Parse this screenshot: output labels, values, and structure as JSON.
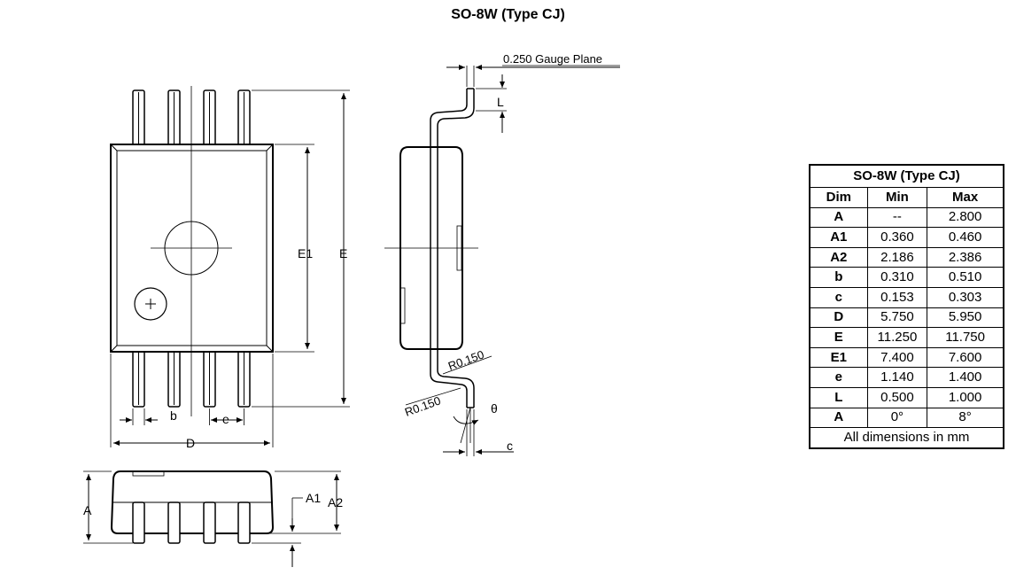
{
  "title": "SO-8W (Type CJ)",
  "labels": {
    "gauge_plane": "0.250 Gauge Plane",
    "L": "L",
    "E1": "E1",
    "E": "E",
    "b": "b",
    "e": "e",
    "D": "D",
    "R_top": "R0.150",
    "R_bottom": "R0.150",
    "theta": "θ",
    "c": "c",
    "A": "A",
    "A1": "A1",
    "A2": "A2"
  },
  "table": {
    "caption": "SO-8W (Type CJ)",
    "headers": [
      "Dim",
      "Min",
      "Max"
    ],
    "rows": [
      [
        "A",
        "--",
        "2.800"
      ],
      [
        "A1",
        "0.360",
        "0.460"
      ],
      [
        "A2",
        "2.186",
        "2.386"
      ],
      [
        "b",
        "0.310",
        "0.510"
      ],
      [
        "c",
        "0.153",
        "0.303"
      ],
      [
        "D",
        "5.750",
        "5.950"
      ],
      [
        "E",
        "11.250",
        "11.750"
      ],
      [
        "E1",
        "7.400",
        "7.600"
      ],
      [
        "e",
        "1.140",
        "1.400"
      ],
      [
        "L",
        "0.500",
        "1.000"
      ],
      [
        "A",
        "0°",
        "8°"
      ]
    ],
    "footer": "All dimensions in mm"
  }
}
